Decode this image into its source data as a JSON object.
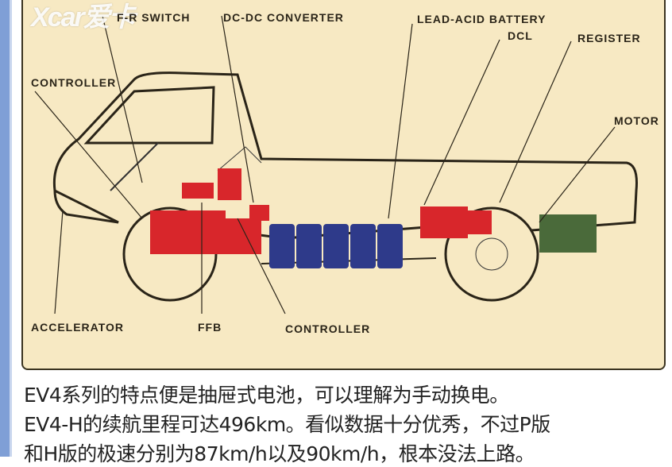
{
  "watermark": "Xcar爱卡",
  "diagram": {
    "labels": {
      "fr_switch": "F-R SWITCH",
      "dcdc": "DC-DC CONVERTER",
      "lead_acid": "LEAD-ACID BATTERY",
      "dcl": "DCL",
      "register": "REGISTER",
      "controller_top": "CONTROLLER",
      "motor": "MOTOR",
      "accelerator": "ACCELERATOR",
      "ffb": "FFB",
      "controller_bottom": "CONTROLLER"
    },
    "colors": {
      "paper": "#f7e9c3",
      "red": "#d8262b",
      "blue": "#2e3a8a",
      "green": "#4a6a3a"
    }
  },
  "article": {
    "lines": [
      "EV4系列的特点便是抽屉式电池，可以理解为手动换电。",
      "EV4-H的续航里程可达496km。看似数据十分优秀，不过P版",
      "和H版的极速分别为87km/h以及90km/h，根本没法上路。"
    ]
  }
}
